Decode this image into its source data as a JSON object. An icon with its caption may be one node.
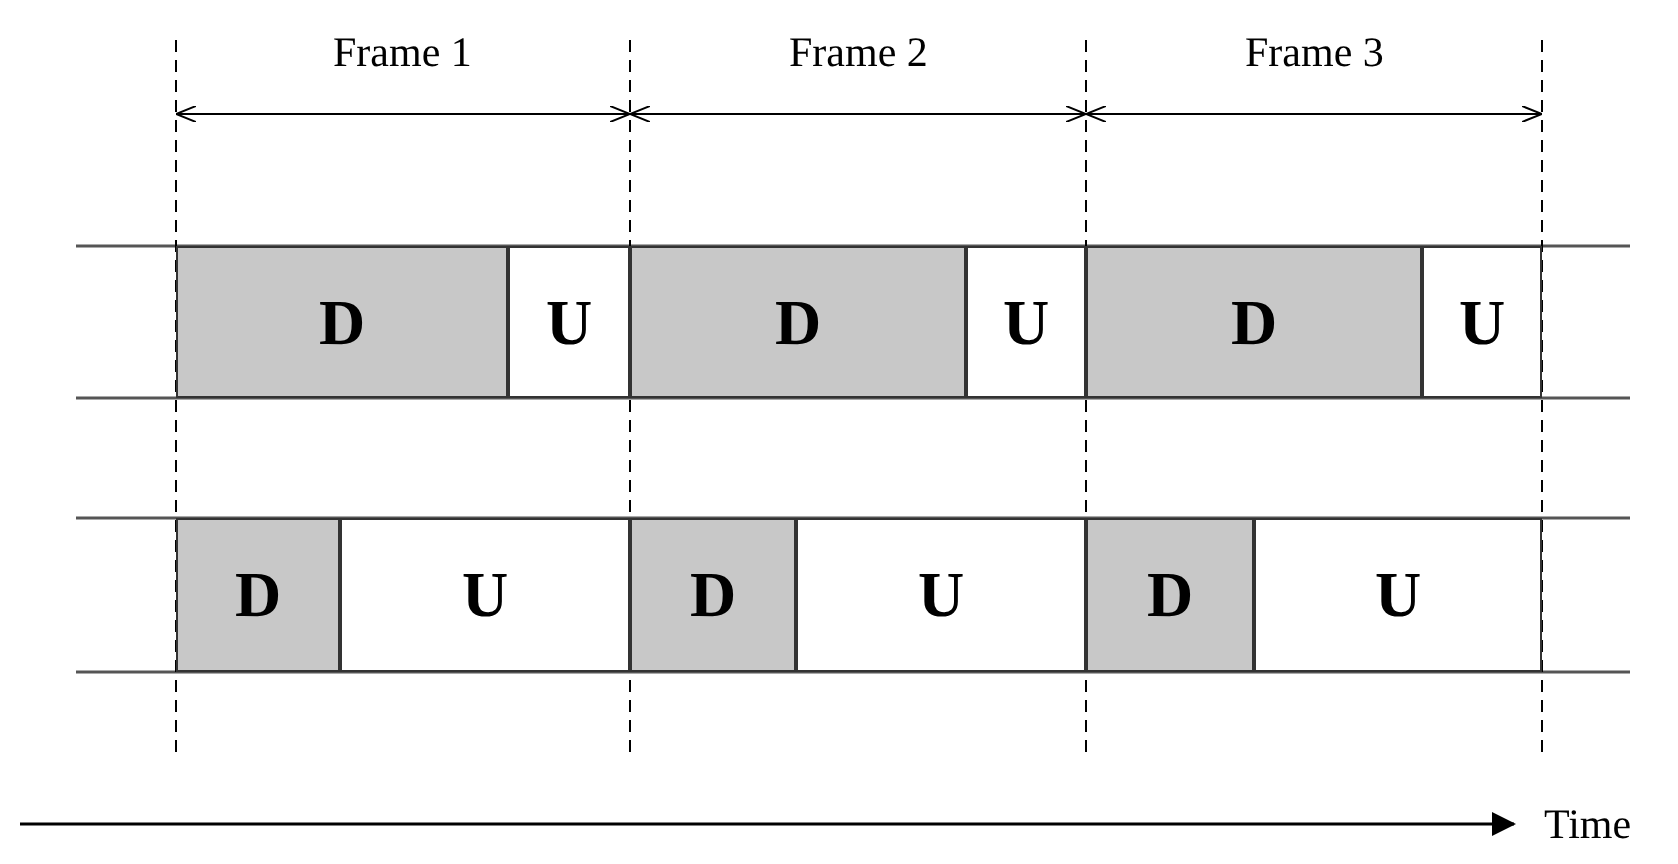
{
  "diagram": {
    "nodes": [
      {
        "text": [
          "D"
        ]
      },
      {
        "text": [
          "U"
        ]
      },
      {
        "text": [
          "D"
        ]
      },
      {
        "text": [
          "U"
        ]
      },
      {
        "text": [
          "D"
        ]
      },
      {
        "text": [
          "U"
        ]
      },
      {
        "text": [
          "D"
        ]
      },
      {
        "text": [
          "U"
        ]
      },
      {
        "text": [
          "D"
        ]
      },
      {
        "text": [
          "U"
        ]
      },
      {
        "text": [
          "D"
        ]
      },
      {
        "text": [
          "U"
        ]
      }
    ],
    "edges": [],
    "labels": [
      "Frame 1",
      "Frame 2",
      "Frame 3",
      "Time"
    ]
  }
}
